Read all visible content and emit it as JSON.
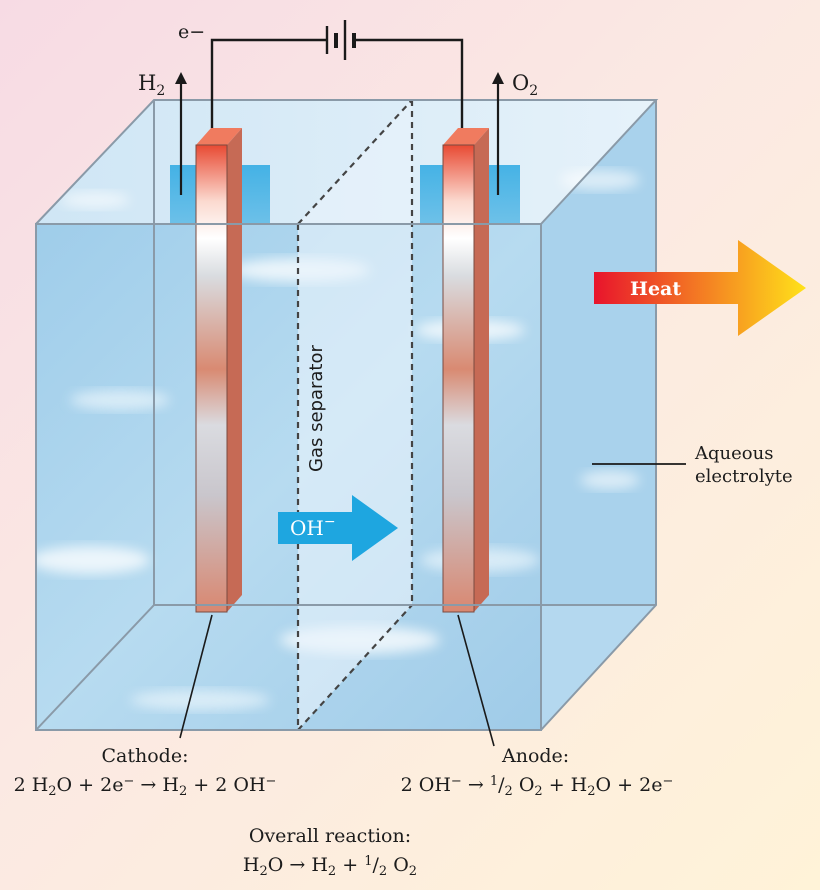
{
  "labels": {
    "electron": "e−",
    "hydrogen": "H",
    "hydrogen_sub": "2",
    "oxygen": "O",
    "oxygen_sub": "2",
    "heat": "Heat",
    "hydroxide": "OH",
    "hydroxide_sup": "−",
    "gas_separator": "Gas separator",
    "aqueous_line1": "Aqueous",
    "aqueous_line2": "electrolyte"
  },
  "cathode": {
    "title": "Cathode:",
    "eq_a": "2 H",
    "eq_b": "2",
    "eq_c": "O + 2e",
    "eq_d": "−",
    "eq_e": " → H",
    "eq_f": "2",
    "eq_g": " + 2 OH",
    "eq_h": "−"
  },
  "anode": {
    "title": "Anode:",
    "eq_a": "2 OH",
    "eq_b": "−",
    "eq_c": " → ",
    "eq_d": "1",
    "eq_e": "/",
    "eq_f": "2",
    "eq_g": " O",
    "eq_h": "2",
    "eq_i": " + H",
    "eq_j": "2",
    "eq_k": "O + 2e",
    "eq_l": "−"
  },
  "overall": {
    "title": "Overall reaction:",
    "eq_a": "H",
    "eq_b": "2",
    "eq_c": "O → H",
    "eq_d": "2",
    "eq_e": " + ",
    "eq_f": "1",
    "eq_g": "/",
    "eq_h": "2",
    "eq_i": " O",
    "eq_j": "2"
  },
  "colors": {
    "water": "#a9d3ec",
    "electrode_red": "#e23b2a",
    "oh_arrow": "#1ea6e0",
    "heat_start": "#e8142c",
    "heat_end": "#ffe21a"
  }
}
